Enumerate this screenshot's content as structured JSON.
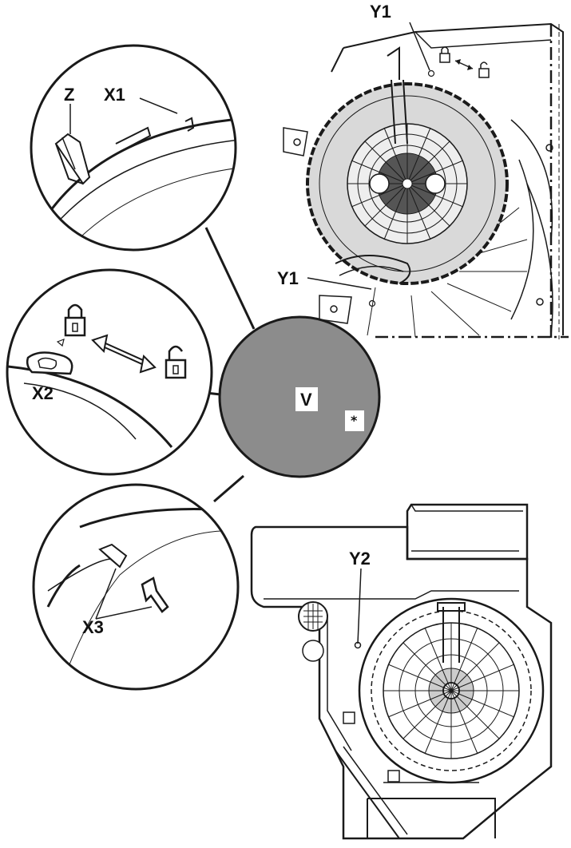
{
  "labels": {
    "y1_top": "Y1",
    "z": "Z",
    "x1": "X1",
    "y1_mid": "Y1",
    "x2": "X2",
    "v": "V",
    "star": "*",
    "y2": "Y2",
    "x3": "X3"
  },
  "colors": {
    "ink": "#1a1a1a",
    "hub_fill": "#8c8c8c",
    "fan_fill": "#d9d9d9",
    "paper": "#ffffff"
  },
  "icons": {
    "lock": "padlock-closed-icon",
    "unlock": "padlock-open-icon",
    "swap": "double-arrow-icon",
    "press": "push-arrow-icon"
  }
}
